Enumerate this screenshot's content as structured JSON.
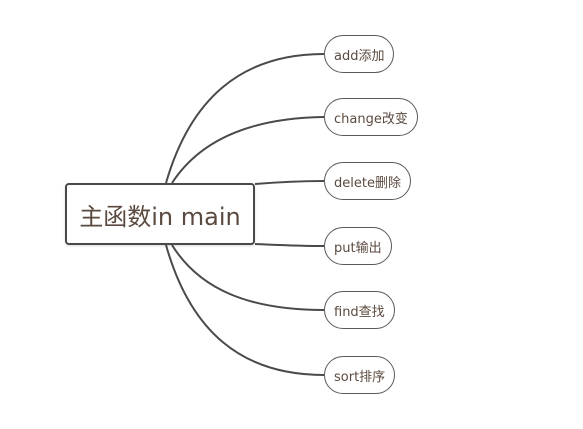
{
  "root": {
    "label": "主函数in main"
  },
  "branches": [
    {
      "label": "add添加"
    },
    {
      "label": "change改变"
    },
    {
      "label": "delete删除"
    },
    {
      "label": "put输出"
    },
    {
      "label": "find查找"
    },
    {
      "label": "sort排序"
    }
  ],
  "colors": {
    "connector": "#4a4a4a",
    "node_text": "#5b4a3f",
    "node_border": "#5a5a5a",
    "background": "#ffffff"
  }
}
